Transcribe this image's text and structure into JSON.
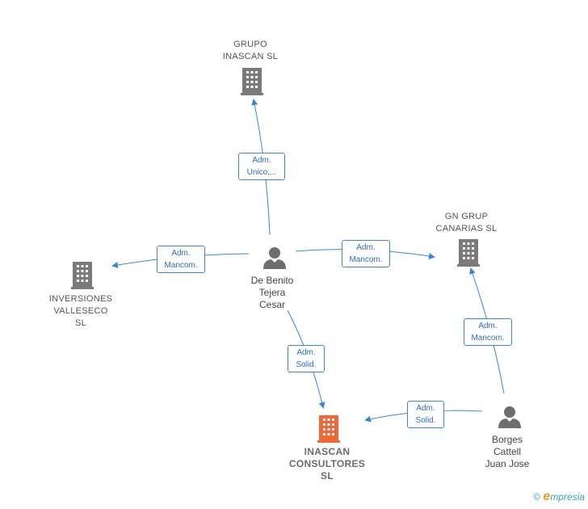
{
  "colors": {
    "company": "#7a7a7a",
    "company_main": "#f0673a",
    "person": "#6e6e6e",
    "edge": "#3a86d4"
  },
  "nodes": {
    "grupo_inascan": {
      "lines": [
        "GRUPO",
        "INASCAN SL"
      ],
      "icon": "building-icon"
    },
    "gn_grup": {
      "lines": [
        "GN GRUP",
        "CANARIAS  SL"
      ],
      "icon": "building-icon"
    },
    "inversiones": {
      "lines": [
        "INVERSIONES",
        "VALLESECO",
        "SL"
      ],
      "icon": "building-icon"
    },
    "inascan_consultores": {
      "lines": [
        "INASCAN",
        "CONSULTORES",
        "SL"
      ],
      "icon": "building-icon"
    },
    "de_benito": {
      "lines": [
        "De Benito",
        "Tejera",
        "Cesar"
      ],
      "icon": "person-icon"
    },
    "borges": {
      "lines": [
        "Borges",
        "Cattell",
        "Juan Jose"
      ],
      "icon": "person-icon"
    }
  },
  "edges": {
    "benito_grupo": [
      "Adm.",
      "Unico,..."
    ],
    "benito_inversiones": [
      "Adm.",
      "Mancom."
    ],
    "benito_gn": [
      "Adm.",
      "Mancom."
    ],
    "benito_inascan": [
      "Adm.",
      "Solid."
    ],
    "borges_gn": [
      "Adm.",
      "Mancom."
    ],
    "borges_inascan": [
      "Adm.",
      "Solid."
    ]
  },
  "brand": {
    "copyright": "©",
    "e": "e",
    "rest": "mpresia"
  }
}
